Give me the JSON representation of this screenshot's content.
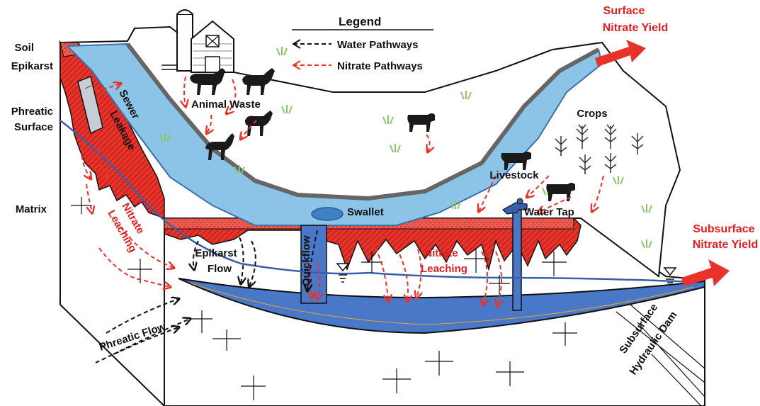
{
  "legend": {
    "title": "Legend",
    "water": "Water Pathways",
    "nitrate": "Nitrate Pathways"
  },
  "labels": {
    "surface_yield_1": "Surface",
    "surface_yield_2": "Nitrate Yield",
    "subsurface_yield_1": "Subsurface",
    "subsurface_yield_2": "Nitrate Yield",
    "soil": "Soil",
    "epikarst": "Epikarst",
    "phreatic_surface_1": "Phreatic",
    "phreatic_surface_2": "Surface",
    "matrix": "Matrix",
    "sewer": "Sewer",
    "leakage": "Leakage",
    "nitrate_leaching_left_1": "Nitrate",
    "nitrate_leaching_left_2": "Leaching",
    "animal_waste": "Animal Waste",
    "crops": "Crops",
    "livestock": "Livestock",
    "water_tap": "Water Tap",
    "swallet": "Swallet",
    "quickflow": "Quickflow",
    "epikarst_flow_1": "Epikarst",
    "epikarst_flow_2": "Flow",
    "nitrate_leaching_mid_1": "Nitrate",
    "nitrate_leaching_mid_2": "Leaching",
    "phreatic_flow": "Phreatic Flow",
    "subsurface_dam_1": "Subsurface",
    "subsurface_dam_2": "Hydraulic Dam"
  },
  "colors": {
    "water": "#8cc4e8",
    "groundwater": "#4a78c8",
    "nitrate": "#e8322a",
    "nitrate_text": "#e02020",
    "outline": "#111111",
    "grass": "#8cc46e"
  },
  "icons": [
    "barn-icon",
    "horse-icon",
    "cow-icon",
    "corn-icon",
    "water-table-icon",
    "faucet-icon"
  ]
}
